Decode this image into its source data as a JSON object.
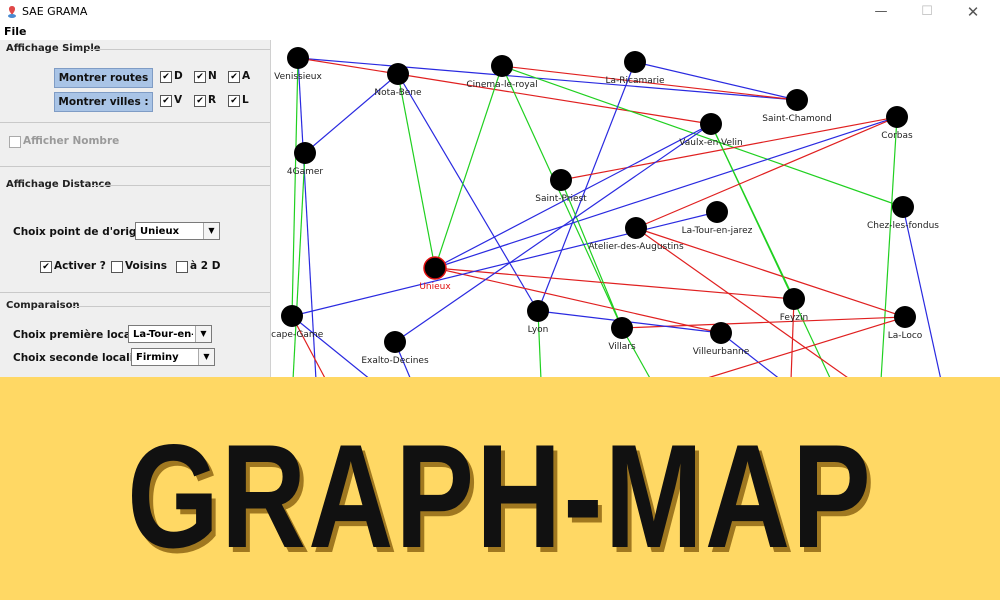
{
  "window": {
    "title": "SAE GRAMA",
    "minimize": "—",
    "maximize": "☐",
    "close": "✕"
  },
  "menu": {
    "file": "File"
  },
  "panel": {
    "simple_title": "Affichage Simple",
    "show_roads": "Montrer routes :",
    "show_cities": "Montrer villes :",
    "road_checks": [
      {
        "label": "D",
        "checked": true
      },
      {
        "label": "N",
        "checked": true
      },
      {
        "label": "A",
        "checked": true
      }
    ],
    "city_checks": [
      {
        "label": "V",
        "checked": true
      },
      {
        "label": "R",
        "checked": true
      },
      {
        "label": "L",
        "checked": true
      }
    ],
    "show_number": "Afficher Nombre",
    "distance_title": "Affichage Distance",
    "origin_label": "Choix point de d'origine :",
    "origin_value": "Unieux",
    "activate": "Activer ?",
    "neighbors": "Voisins",
    "two_d": "à 2 D",
    "compare_title": "Comparaison",
    "first_label": "Choix première localité :",
    "first_value": "La-Tour-en-j...",
    "second_label": "Choix seconde localité :",
    "second_value": "Firminy"
  },
  "graph": {
    "colors": {
      "D": "#e02020",
      "N": "#2a2ae0",
      "A": "#20d020",
      "node": "#000000",
      "selected_label": "#e01010"
    },
    "selected": "Unieux",
    "nodes": [
      {
        "name": "Venissieux"
      },
      {
        "name": "Nota-Bene"
      },
      {
        "name": "Cinema-le-royal"
      },
      {
        "name": "La-Ricamarie"
      },
      {
        "name": "Saint-Chamond"
      },
      {
        "name": "Corbas"
      },
      {
        "name": "Vaulx-en-Velin"
      },
      {
        "name": "4Gamer"
      },
      {
        "name": "Saint-Priest"
      },
      {
        "name": "La-Tour-en-jarez"
      },
      {
        "name": "Chez-les-fondus"
      },
      {
        "name": "Atelier-des-Augustins"
      },
      {
        "name": "Unieux"
      },
      {
        "name": "Feyzin"
      },
      {
        "name": "Escape-Game"
      },
      {
        "name": "Lyon"
      },
      {
        "name": "Villars"
      },
      {
        "name": "La-Loco"
      },
      {
        "name": "Villeurbanne"
      },
      {
        "name": "Exalto-Decines"
      }
    ],
    "edges": [
      {
        "a": "Venissieux",
        "b": "Saint-Chamond",
        "type": "N"
      },
      {
        "a": "Nota-Bene",
        "b": "Vaulx-en-Velin",
        "type": "D"
      },
      {
        "a": "Nota-Bene",
        "b": "4Gamer",
        "type": "N"
      },
      {
        "a": "Nota-Bene",
        "b": "Unieux",
        "type": "A"
      },
      {
        "a": "Nota-Bene",
        "b": "Lyon",
        "type": "N"
      },
      {
        "a": "Venissieux",
        "b": "Escape-Game",
        "type": "A"
      },
      {
        "a": "Cinema-le-royal",
        "b": "Saint-Chamond",
        "type": "D"
      },
      {
        "a": "Cinema-le-royal",
        "b": "Chez-les-fondus",
        "type": "A"
      },
      {
        "a": "Cinema-le-royal",
        "b": "Unieux",
        "type": "A"
      },
      {
        "a": "Cinema-le-royal",
        "b": "Villars",
        "type": "A"
      },
      {
        "a": "Venissieux",
        "b": "Nota-Bene",
        "type": "D"
      },
      {
        "a": "Saint-Chamond",
        "b": "La-Ricamarie",
        "type": "N"
      },
      {
        "a": "La-Ricamarie",
        "b": "Lyon",
        "type": "N"
      },
      {
        "a": "Saint-Priest",
        "b": "Corbas",
        "type": "D"
      },
      {
        "a": "Unieux",
        "b": "Corbas",
        "type": "N"
      },
      {
        "a": "Unieux",
        "b": "Vaulx-en-Velin",
        "type": "N"
      },
      {
        "a": "Unieux",
        "b": "Feyzin",
        "type": "D"
      },
      {
        "a": "Unieux",
        "b": "Villeurbanne",
        "type": "D"
      },
      {
        "a": "Escape-Game",
        "b": "La-Tour-en-jarez",
        "type": "N"
      },
      {
        "a": "Atelier-des-Augustins",
        "b": "La-Loco",
        "type": "D"
      },
      {
        "a": "Vaulx-en-Velin",
        "b": "Feyzin",
        "type": "A"
      },
      {
        "a": "Villars",
        "b": "Saint-Priest",
        "type": "A"
      },
      {
        "a": "Villars",
        "b": "La-Loco",
        "type": "D"
      },
      {
        "a": "Lyon",
        "b": "Villeurbanne",
        "type": "N"
      },
      {
        "a": "Exalto-Decines",
        "b": "Vaulx-en-Velin",
        "type": "N"
      },
      {
        "a": "Corbas",
        "b": "Atelier-des-Augustins",
        "type": "D"
      }
    ]
  },
  "banner": {
    "text": "GRAPH-MAP"
  }
}
